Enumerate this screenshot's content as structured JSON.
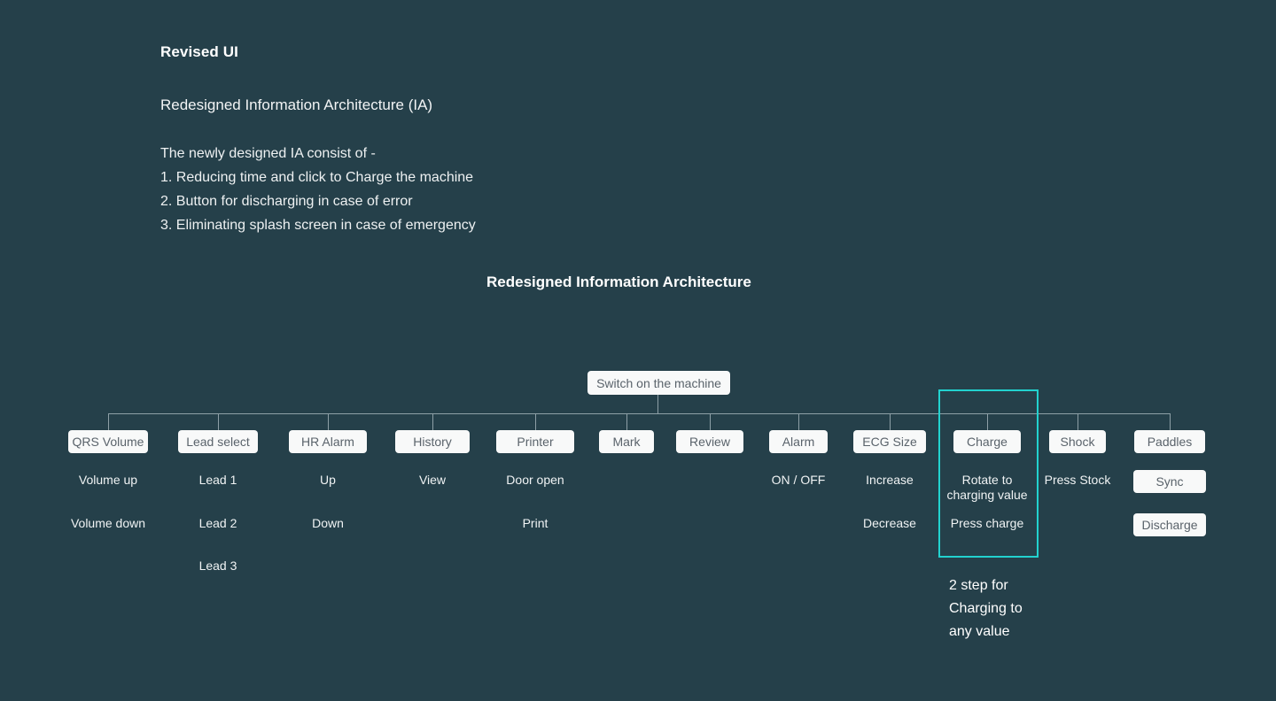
{
  "page": {
    "background_color": "#25404a",
    "chip_fill": "#f8f9f9",
    "chip_text_color": "#5a636b",
    "line_color": "#8ea0a7",
    "highlight_color": "#22d2cf",
    "text_color": "#ffffff"
  },
  "intro": {
    "heading": "Revised UI",
    "subheading": "Redesigned Information Architecture (IA)",
    "lines": [
      "The newly designed IA consist of -",
      "1. Reducing time and click to Charge the machine",
      "2. Button for discharging in case of error",
      "3. Eliminating splash screen in case of emergency"
    ]
  },
  "diagram": {
    "title": "Redesigned Information Architecture",
    "root": {
      "label": "Switch on the machine"
    },
    "nodes": [
      {
        "label": "QRS Volume",
        "children": [
          "Volume up",
          "Volume down"
        ]
      },
      {
        "label": "Lead select",
        "children": [
          "Lead 1",
          "Lead 2",
          "Lead 3"
        ]
      },
      {
        "label": "HR Alarm",
        "children": [
          "Up",
          "Down"
        ]
      },
      {
        "label": "History",
        "children": [
          "View"
        ]
      },
      {
        "label": "Printer",
        "children": [
          "Door open",
          "Print"
        ]
      },
      {
        "label": "Mark",
        "children": []
      },
      {
        "label": "Review",
        "children": []
      },
      {
        "label": "Alarm",
        "children": [
          "ON / OFF"
        ]
      },
      {
        "label": "ECG Size",
        "children": [
          "Increase",
          "Decrease"
        ]
      },
      {
        "label": "Charge",
        "children": [
          "Rotate to\ncharging value",
          "Press charge"
        ]
      },
      {
        "label": "Shock",
        "children": [
          "Press Stock"
        ]
      },
      {
        "label": "Paddles",
        "children": [
          "Sync",
          "Discharge"
        ]
      }
    ],
    "highlight": {
      "target_node": "Charge",
      "annotation": "2 step for\nCharging to\nany value"
    }
  }
}
